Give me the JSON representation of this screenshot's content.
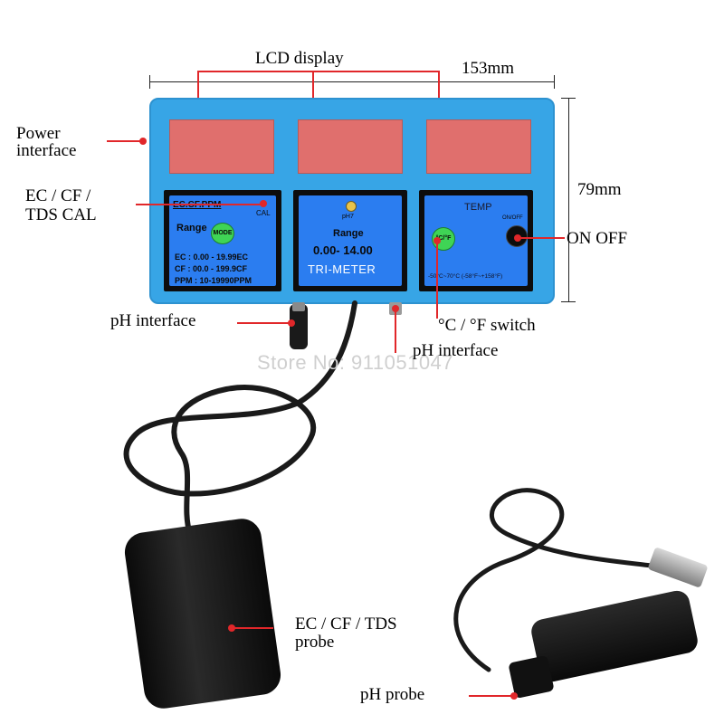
{
  "labels": {
    "lcd_display": "LCD display",
    "width_dim": "153mm",
    "height_dim": "79mm",
    "power_interface_1": "Power",
    "power_interface_2": "interface",
    "ec_cal_1": "EC / CF /",
    "ec_cal_2": "TDS CAL",
    "on_off": "ON OFF",
    "ph_interface_left": "pH interface",
    "temp_switch": "°C / °F switch",
    "ph_interface_right": "pH interface",
    "ec_probe_1": "EC / CF / TDS",
    "ec_probe_2": "probe",
    "ph_probe": "pH probe",
    "watermark": "Store No: 911051047"
  },
  "panel_ec": {
    "header": "EC.CF.PPM",
    "cal": "CAL",
    "range": "Range",
    "mode": "MODE",
    "line1": "EC : 0.00 - 19.99EC",
    "line2": "CF : 00.0 - 199.9CF",
    "line3": "PPM : 10-19990PPM"
  },
  "panel_ph": {
    "ph7": "pH7",
    "range": "Range",
    "value": "0.00- 14.00",
    "name": "TRI-METER"
  },
  "panel_temp": {
    "title": "TEMP",
    "onoff": "ON/OFF",
    "unit_button": "°C/°F",
    "range": "-50°C~70°C (-58°F~+158°F)"
  },
  "colors": {
    "device": "#37a5e6",
    "lcd": "#e06f6d",
    "panel": "#2b7df0",
    "annotation": "#e1272a",
    "button": "#3fd455"
  }
}
